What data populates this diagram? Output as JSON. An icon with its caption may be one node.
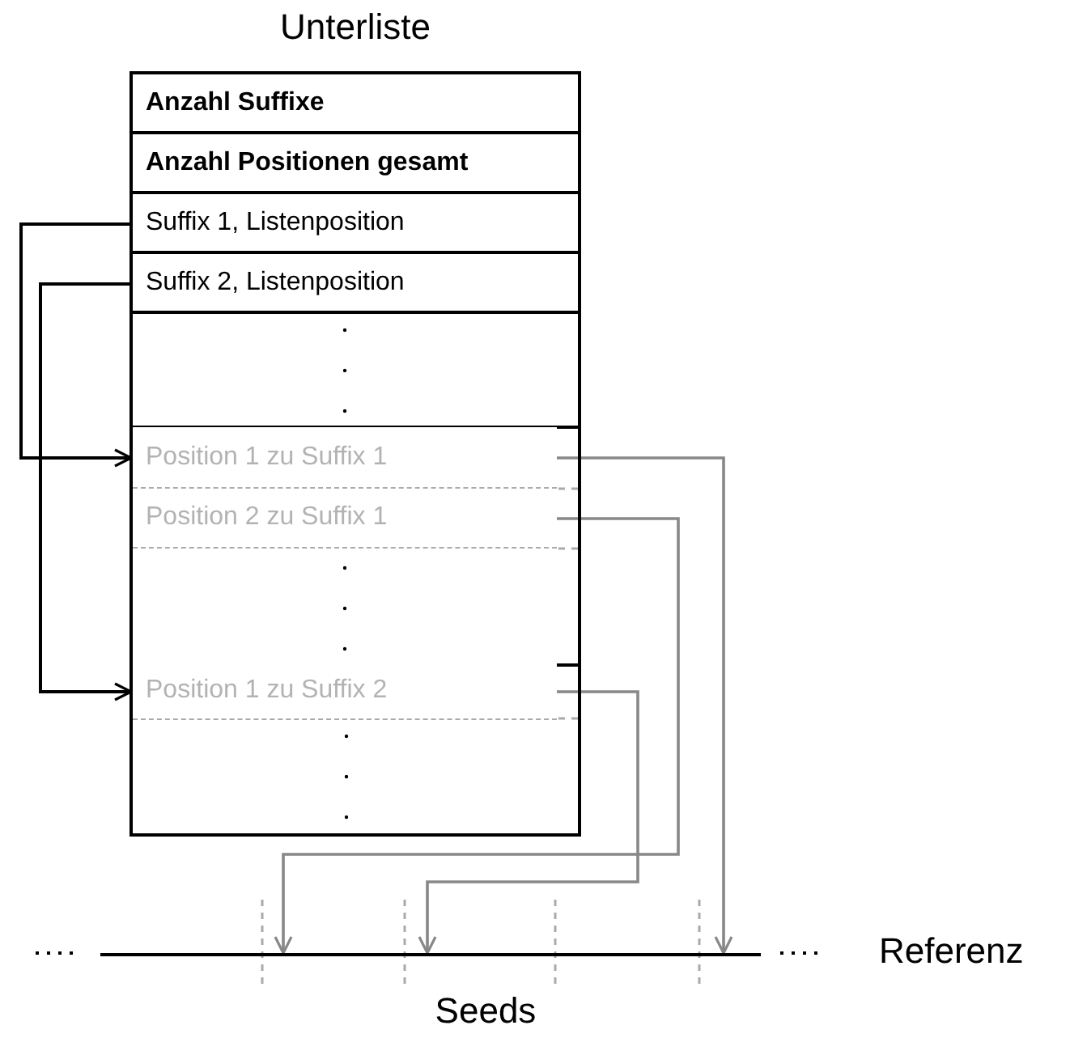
{
  "diagram": {
    "nodes": [
      {
        "text": [
          "Unterliste"
        ]
      },
      {
        "text": [
          "Anzahl Suffixe"
        ],
        "in": 0
      },
      {
        "text": [
          "Anzahl Positionen gesamt"
        ],
        "in": 0
      },
      {
        "text": [
          "Suffix 1, Listenposition"
        ],
        "in": 0
      },
      {
        "text": [
          "Suffix 2, Listenposition"
        ],
        "in": 0
      },
      {
        "text": [
          "Position 1 zu Suffix 1"
        ],
        "in": 0
      },
      {
        "text": [
          "Position 2 zu Suffix 1"
        ],
        "in": 0
      },
      {
        "text": [
          "Position 1 zu Suffix 2"
        ],
        "in": 0
      },
      {
        "text": [],
        "shape": "bar",
        "beside": [
          "Referenz"
        ]
      }
    ],
    "edges": [
      {
        "from": 3,
        "to": 5,
        "arrow": "to",
        "color": "#000000"
      },
      {
        "from": 4,
        "to": 7,
        "arrow": "to",
        "color": "#000000"
      },
      {
        "from": 5,
        "to": 8,
        "arrow": "to"
      },
      {
        "from": 6,
        "to": 8,
        "arrow": "to"
      },
      {
        "from": 7,
        "to": 8,
        "arrow": "to"
      }
    ],
    "labels": [
      "Seeds"
    ]
  }
}
